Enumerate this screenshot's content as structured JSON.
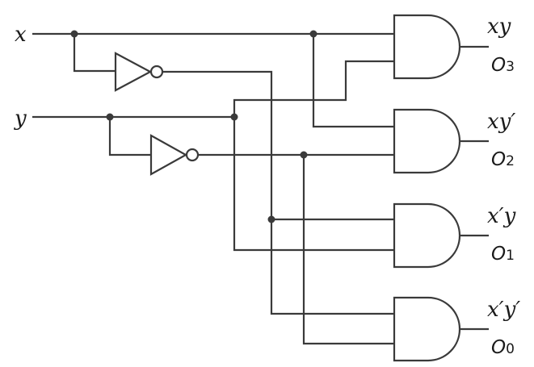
{
  "inputs": {
    "x": "x",
    "y": "y"
  },
  "gates": [
    {
      "expression": "xy",
      "output_letter": "O",
      "output_index": "3"
    },
    {
      "expression": "xy′",
      "output_letter": "O",
      "output_index": "2"
    },
    {
      "expression": "x′y",
      "output_letter": "O",
      "output_index": "1"
    },
    {
      "expression": "x′y′",
      "output_letter": "O",
      "output_index": "0"
    }
  ]
}
